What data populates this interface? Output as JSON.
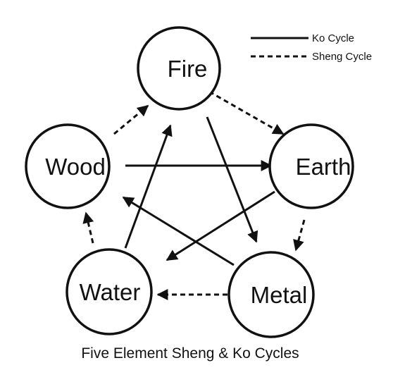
{
  "legend": {
    "ko_label": "Ko Cycle",
    "sheng_label": "Sheng Cycle"
  },
  "nodes": {
    "fire": "Fire",
    "earth": "Earth",
    "metal": "Metal",
    "water": "Water",
    "wood": "Wood"
  },
  "caption": "Five Element Sheng & Ko Cycles",
  "colors": {
    "stroke": "#111111",
    "background": "#ffffff"
  },
  "edges": {
    "sheng": [
      {
        "from": "wood",
        "to": "fire"
      },
      {
        "from": "fire",
        "to": "earth"
      },
      {
        "from": "earth",
        "to": "metal"
      },
      {
        "from": "metal",
        "to": "water"
      },
      {
        "from": "water",
        "to": "wood"
      }
    ],
    "ko": [
      {
        "from": "wood",
        "to": "earth"
      },
      {
        "from": "earth",
        "to": "water"
      },
      {
        "from": "water",
        "to": "fire"
      },
      {
        "from": "fire",
        "to": "metal"
      },
      {
        "from": "metal",
        "to": "wood"
      }
    ]
  }
}
